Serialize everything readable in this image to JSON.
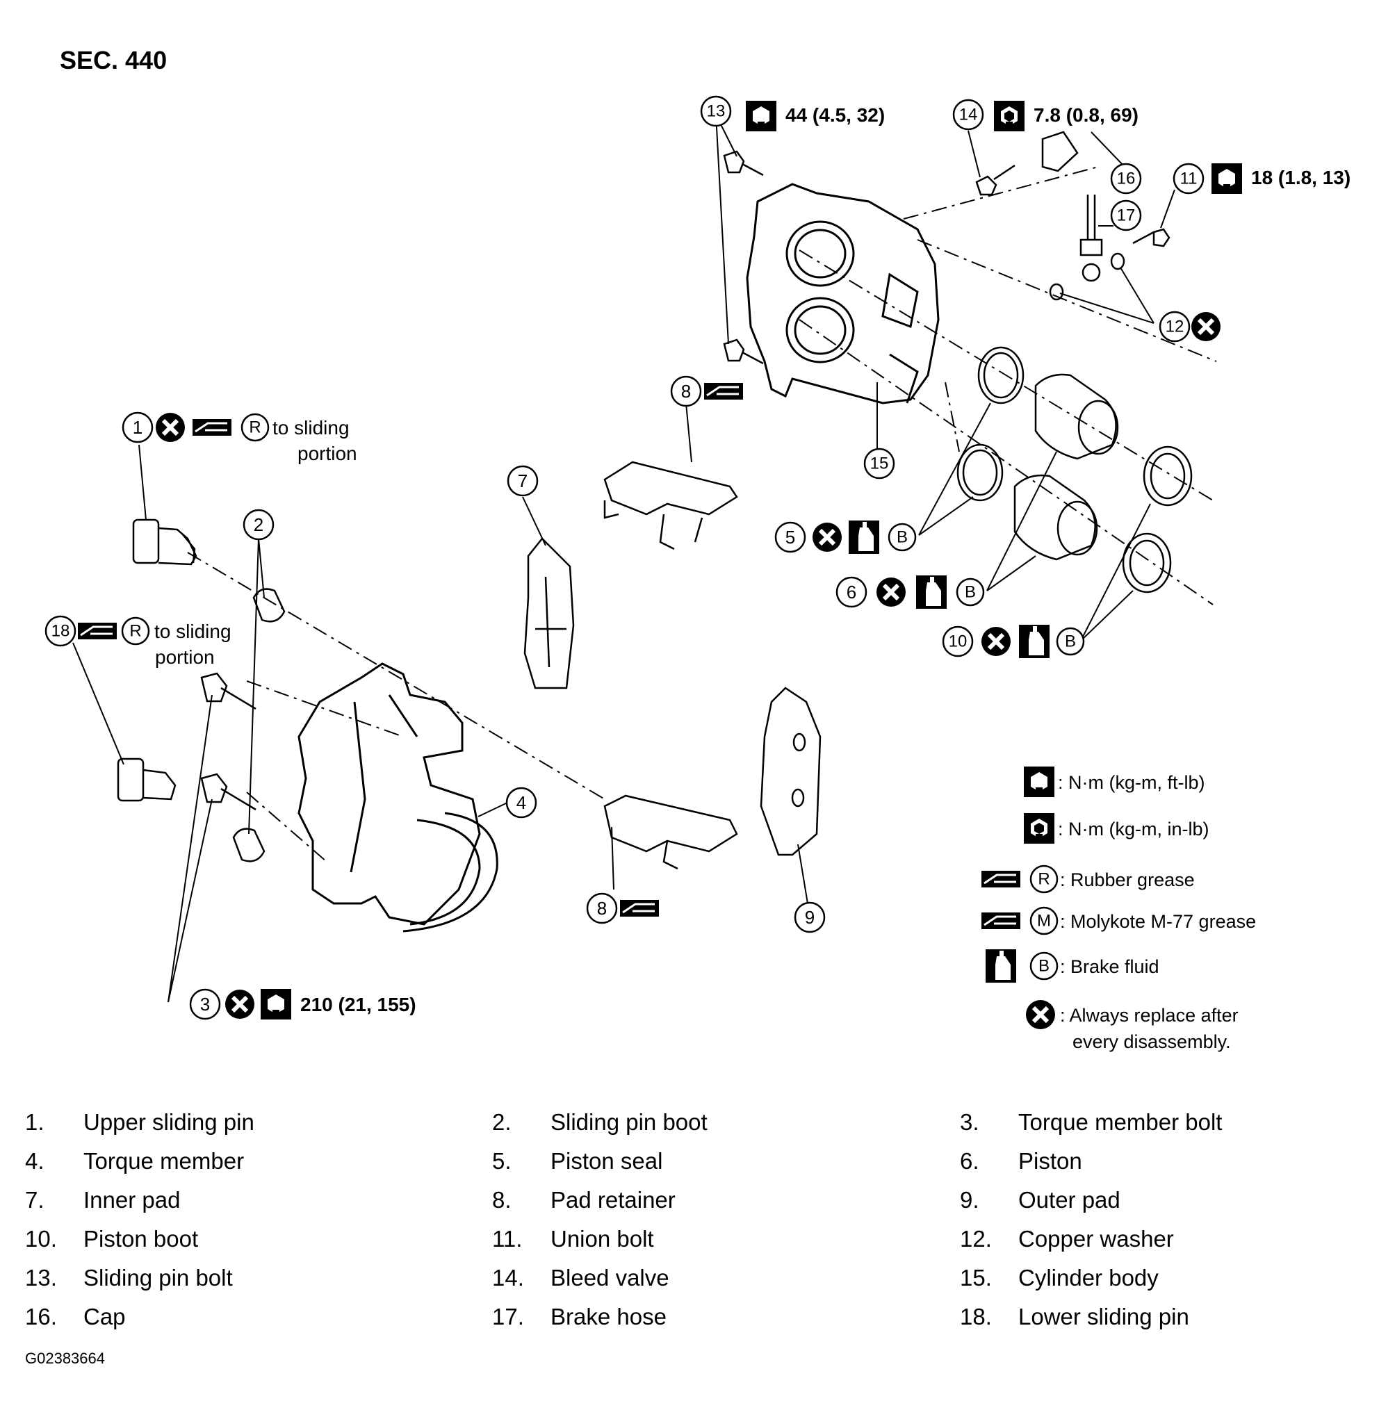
{
  "section_title": "SEC. 440",
  "figure_id": "G02383664",
  "callouts": {
    "c1": "1",
    "c2": "2",
    "c3": "3",
    "c4": "4",
    "c5": "5",
    "c6": "6",
    "c7": "7",
    "c8a": "8",
    "c8b": "8",
    "c9": "9",
    "c10": "10",
    "c11": "11",
    "c12": "12",
    "c13": "13",
    "c14": "14",
    "c15": "15",
    "c16": "16",
    "c17": "17",
    "c18": "18"
  },
  "symbol_letters": {
    "r": "R",
    "m": "M",
    "b": "B"
  },
  "annotations": {
    "to_sliding": "to sliding",
    "portion": "portion",
    "torque_13": "44 (4.5, 32)",
    "torque_14": "7.8 (0.8, 69)",
    "torque_11": "18 (1.8, 13)",
    "torque_3": "210 (21, 155)"
  },
  "legend": {
    "torque_ftlb": ": N·m (kg-m, ft-lb)",
    "torque_inlb": ": N·m (kg-m, in-lb)",
    "rubber_grease": ": Rubber grease",
    "molykote": ": Molykote M-77 grease",
    "brake_fluid": ": Brake fluid",
    "replace_1": ": Always replace after",
    "replace_2": "every disassembly."
  },
  "parts": [
    {
      "num": "1.",
      "name": "Upper sliding pin"
    },
    {
      "num": "2.",
      "name": "Sliding pin boot"
    },
    {
      "num": "3.",
      "name": "Torque member bolt"
    },
    {
      "num": "4.",
      "name": "Torque member"
    },
    {
      "num": "5.",
      "name": "Piston seal"
    },
    {
      "num": "6.",
      "name": "Piston"
    },
    {
      "num": "7.",
      "name": "Inner pad"
    },
    {
      "num": "8.",
      "name": "Pad retainer"
    },
    {
      "num": "9.",
      "name": "Outer pad"
    },
    {
      "num": "10.",
      "name": "Piston boot"
    },
    {
      "num": "11.",
      "name": "Union bolt"
    },
    {
      "num": "12.",
      "name": "Copper washer"
    },
    {
      "num": "13.",
      "name": "Sliding pin bolt"
    },
    {
      "num": "14.",
      "name": "Bleed valve"
    },
    {
      "num": "15.",
      "name": "Cylinder body"
    },
    {
      "num": "16.",
      "name": "Cap"
    },
    {
      "num": "17.",
      "name": "Brake hose"
    },
    {
      "num": "18.",
      "name": "Lower sliding pin"
    }
  ]
}
